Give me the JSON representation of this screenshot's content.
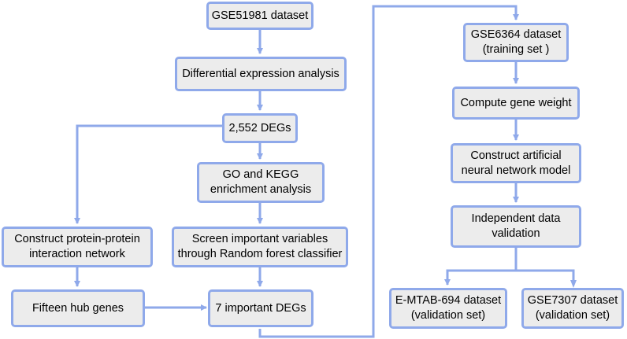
{
  "colors": {
    "box_fill": "#ececec",
    "box_border": "#8fa9ea",
    "arrow": "#8fa9ea"
  },
  "nodes": {
    "gse51981": {
      "lines": [
        "GSE51981 dataset"
      ]
    },
    "diff_expr": {
      "lines": [
        "Differential expression analysis"
      ]
    },
    "degs": {
      "lines": [
        "2,552 DEGs"
      ]
    },
    "go_kegg": {
      "lines": [
        "GO and KEGG",
        "enrichment analysis"
      ]
    },
    "ppi": {
      "lines": [
        "Construct protein-protein",
        "interaction network"
      ]
    },
    "rf": {
      "lines": [
        "Screen important variables",
        "through Random forest classifier"
      ]
    },
    "hub": {
      "lines": [
        "Fifteen hub genes"
      ]
    },
    "important_degs": {
      "lines": [
        "7 important DEGs"
      ]
    },
    "gse6364": {
      "lines": [
        "GSE6364 dataset",
        "(training set )"
      ]
    },
    "gene_weight": {
      "lines": [
        "Compute gene weight"
      ]
    },
    "ann": {
      "lines": [
        "Construct artificial",
        "neural network model"
      ]
    },
    "validation": {
      "lines": [
        "Independent data",
        "validation"
      ]
    },
    "emtab": {
      "lines": [
        "E-MTAB-694 dataset",
        "(validation set)"
      ]
    },
    "gse7307": {
      "lines": [
        "GSE7307 dataset",
        "(validation set)"
      ]
    }
  }
}
